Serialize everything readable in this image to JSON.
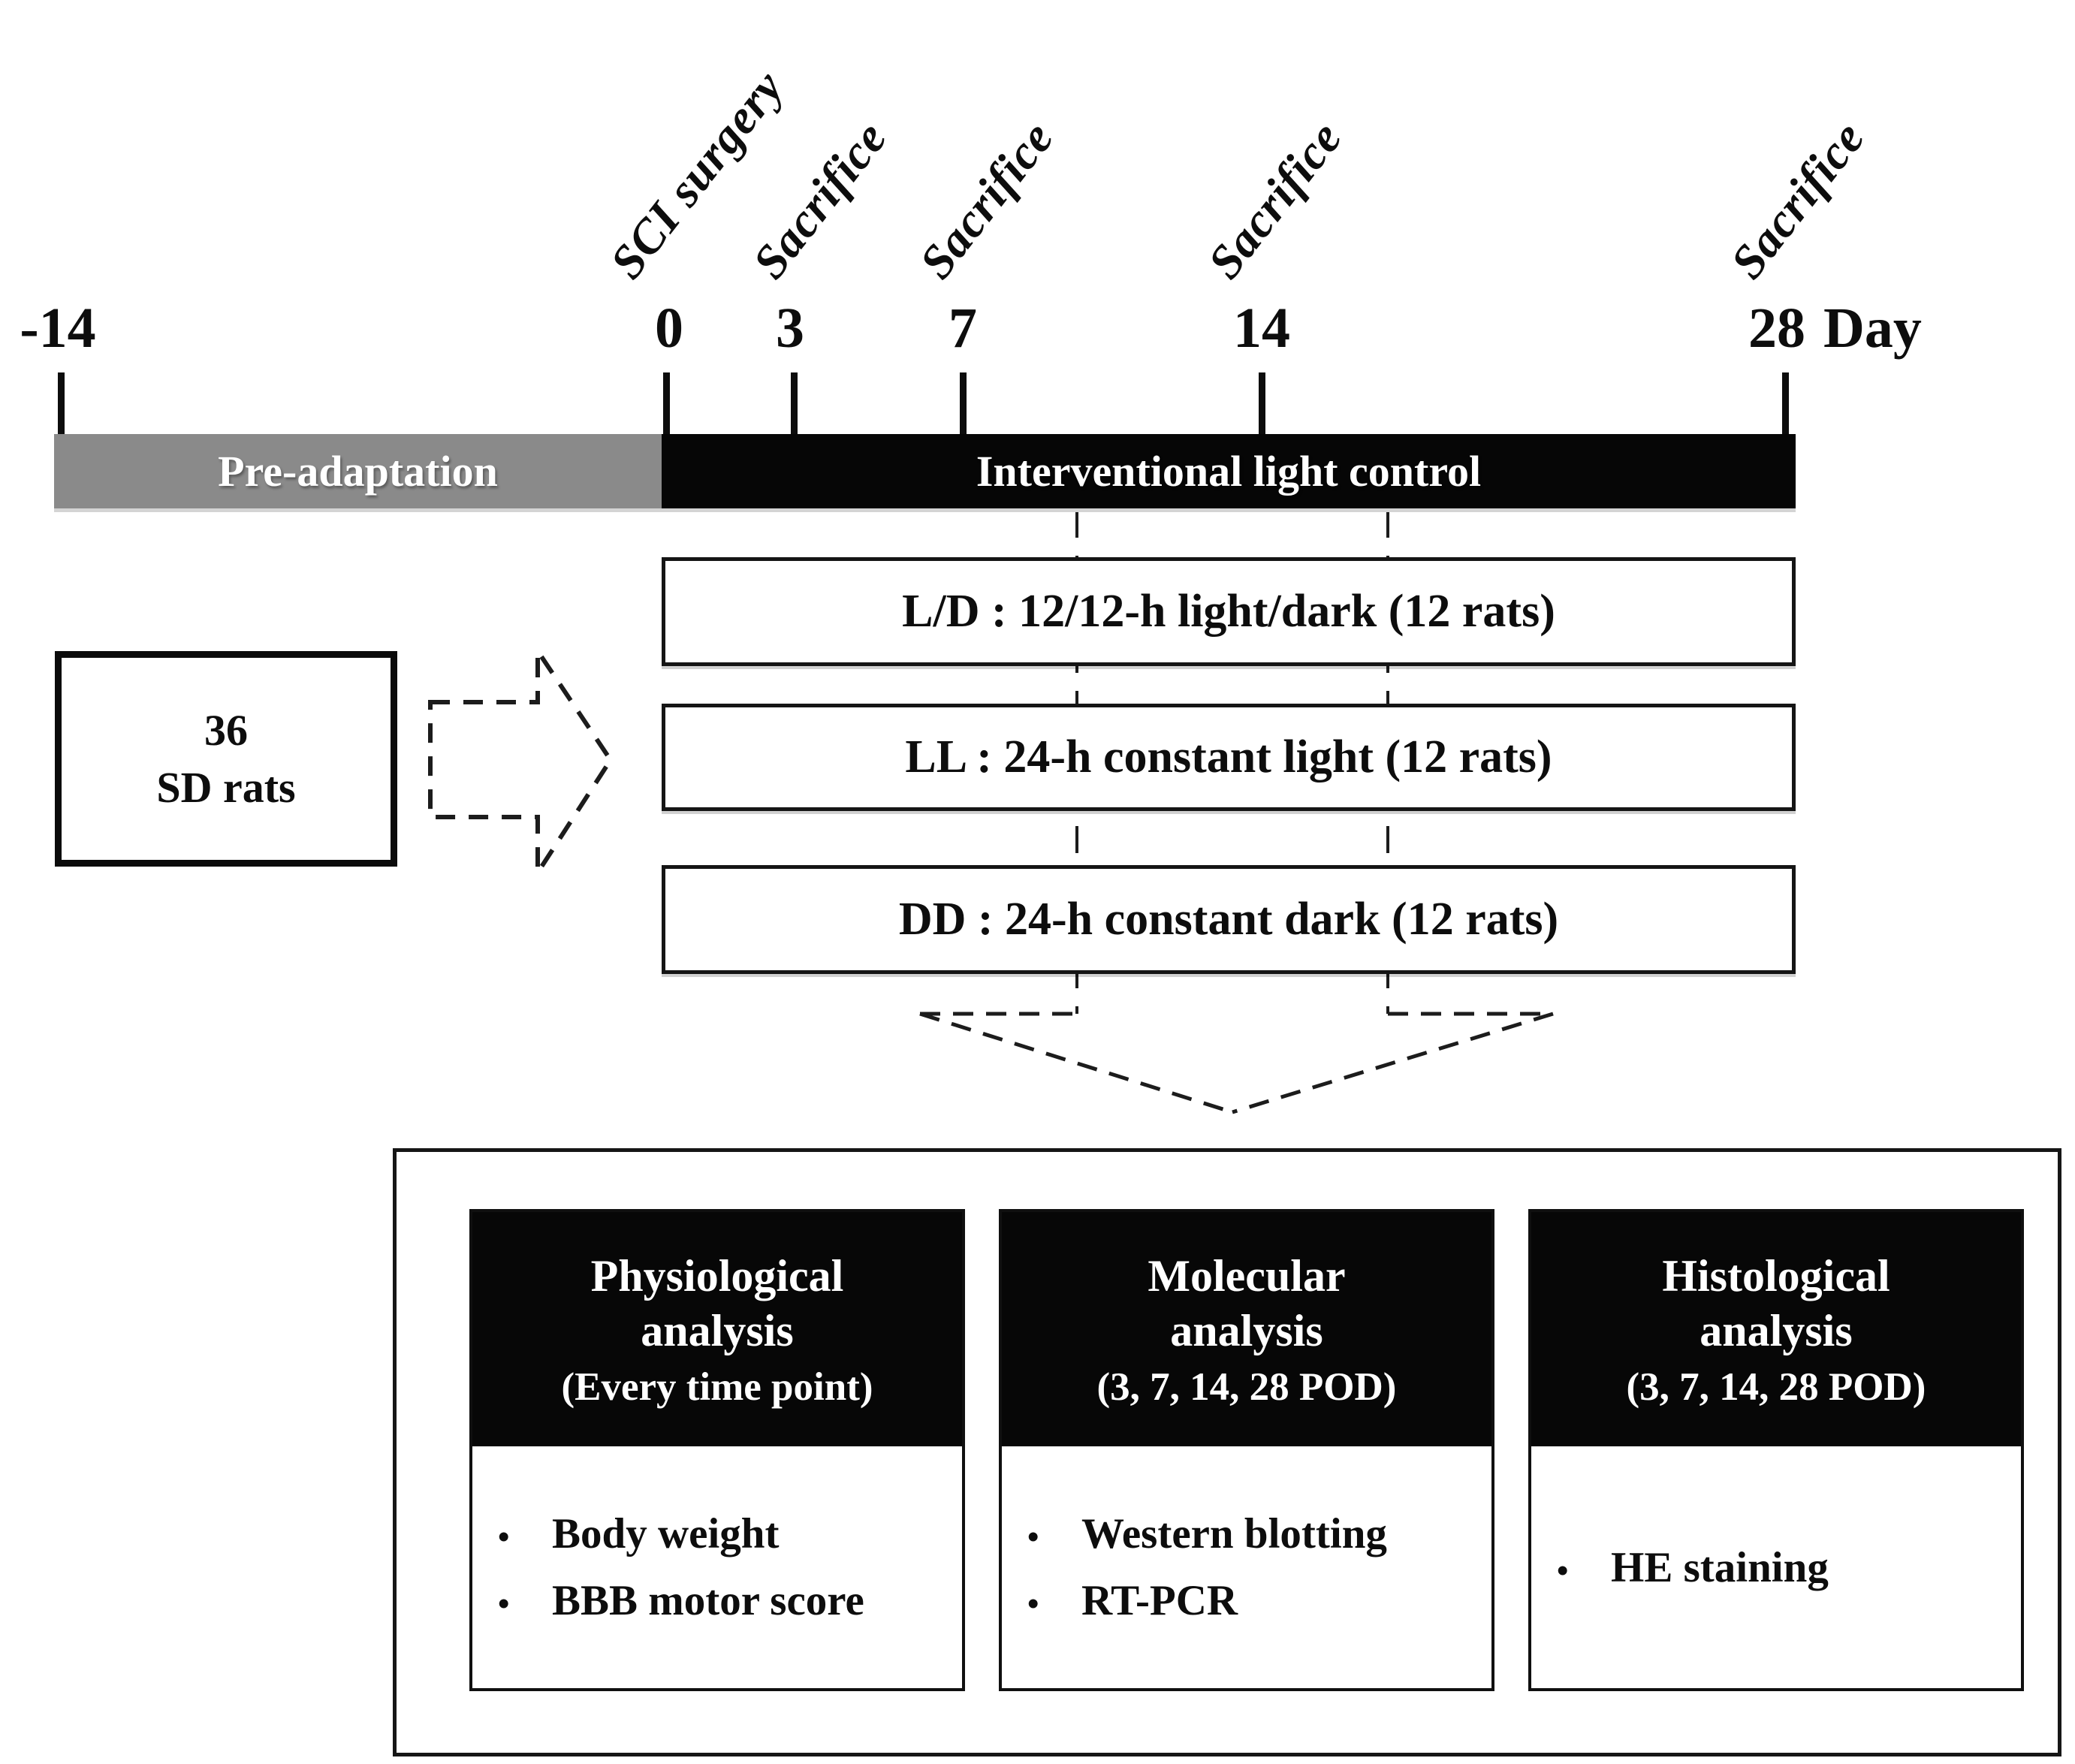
{
  "figure": {
    "background": "#ffffff",
    "colors": {
      "pre_adaptation_bar": "#8a8a8a",
      "intervention_bar": "#060606",
      "bar_text": "#ffffff",
      "ink": "#0d0d0d"
    },
    "bullet_char": "•"
  },
  "timeline": {
    "unit_label": "Day",
    "tick_days": [
      "-14",
      "0",
      "3",
      "7",
      "14",
      "28"
    ],
    "event_labels": {
      "day0": "SCI surgery",
      "day3": "Sacrifice",
      "day7": "Sacrifice",
      "day14": "Sacrifice",
      "day28": "Sacrifice"
    },
    "phases": {
      "pre": "Pre-adaptation",
      "intervention": "Interventional light control"
    }
  },
  "cohort": {
    "count": "36",
    "strain": "SD rats"
  },
  "groups": [
    {
      "label": "L/D : 12/12-h light/dark (12 rats)"
    },
    {
      "label": "LL : 24-h constant light (12 rats)"
    },
    {
      "label": "DD : 24-h constant dark (12 rats)"
    }
  ],
  "analyses": [
    {
      "title1": "Physiological",
      "title2": "analysis",
      "timepoints": "(Every time point)",
      "items": [
        "Body weight",
        "BBB motor score"
      ]
    },
    {
      "title1": "Molecular",
      "title2": "analysis",
      "timepoints": "(3, 7, 14, 28 POD)",
      "items": [
        "Western blotting",
        "RT-PCR"
      ]
    },
    {
      "title1": "Histological",
      "title2": "analysis",
      "timepoints": "(3, 7, 14, 28 POD)",
      "items": [
        "HE staining"
      ]
    }
  ]
}
